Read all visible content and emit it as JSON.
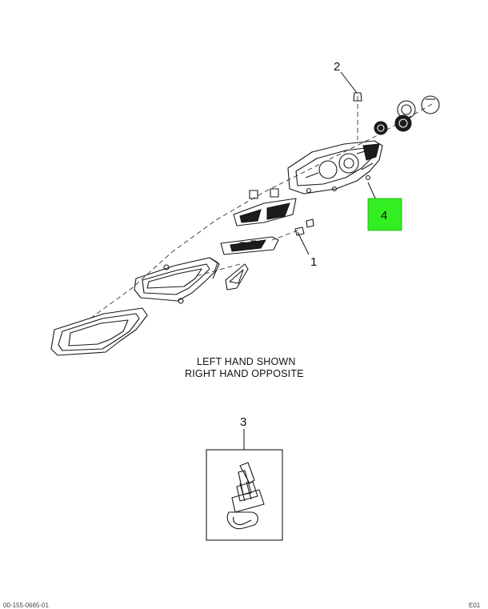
{
  "callouts": {
    "c1": "1",
    "c2": "2",
    "c3": "3",
    "c4": "4"
  },
  "notes": {
    "line1": "LEFT HAND SHOWN",
    "line2": "RIGHT HAND OPPOSITE"
  },
  "footer": {
    "left": "00-155-0665-01",
    "right": "E01"
  },
  "colors": {
    "highlight": "#33ee22",
    "ink": "#1a1a1a",
    "background": "#ffffff"
  },
  "icons": {
    "bulb": "bulb-illustration"
  }
}
